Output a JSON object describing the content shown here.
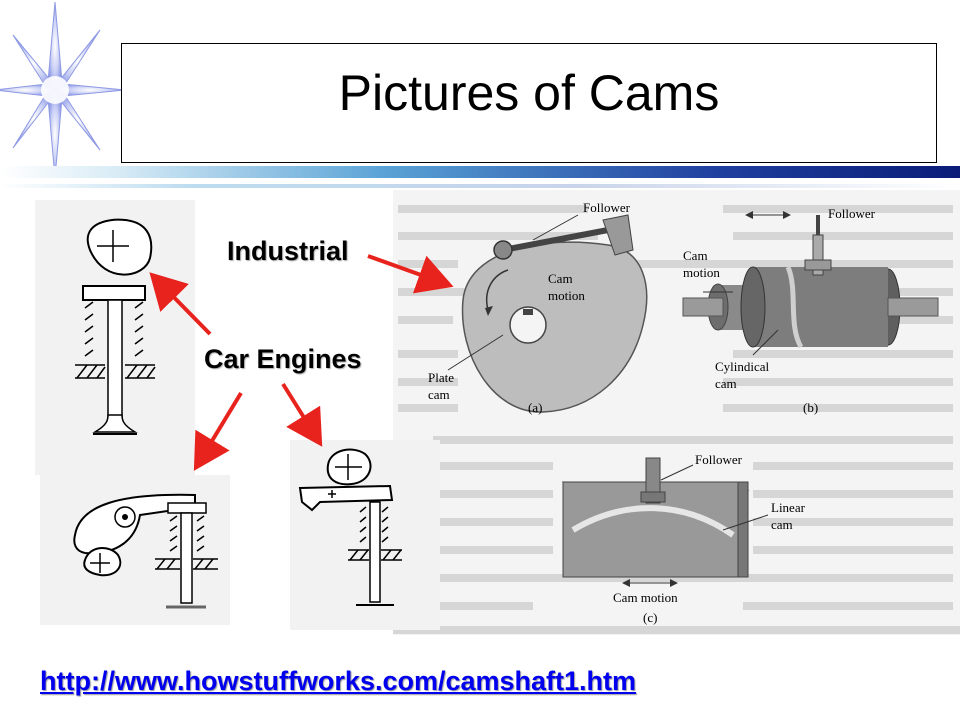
{
  "slide": {
    "title": "Pictures of Cams",
    "labels": {
      "industrial": "Industrial",
      "car_engines": "Car Engines"
    },
    "link": {
      "text": "http://www.howstuffworks.com/camshaft1.htm"
    }
  },
  "figure": {
    "labels": {
      "follower_a": "Follower",
      "cam_motion_a_1": "Cam",
      "cam_motion_a_2": "motion",
      "plate_cam_1": "Plate",
      "plate_cam_2": "cam",
      "caption_a": "(a)",
      "follower_b": "Follower",
      "cam_motion_b_1": "Cam",
      "cam_motion_b_2": "motion",
      "cyl_cam_1": "Cylindical",
      "cyl_cam_2": "cam",
      "caption_b": "(b)",
      "follower_c": "Follower",
      "linear_cam_1": "Linear",
      "linear_cam_2": "cam",
      "cam_motion_c": "Cam motion",
      "caption_c": "(c)"
    }
  },
  "colors": {
    "arrow": "#e8231d",
    "link": "#0000ee",
    "star": "#9aa6e8"
  }
}
